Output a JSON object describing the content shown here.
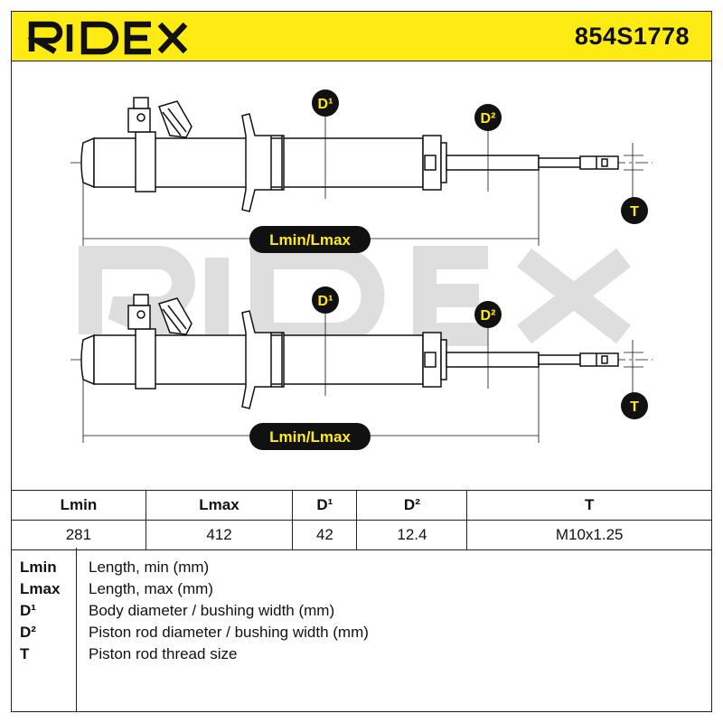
{
  "header": {
    "brand": "RIDEX",
    "part_number": "854S1778",
    "brand_color": "#ffeb14"
  },
  "drawing": {
    "watermark": "RIDEX",
    "labels": {
      "d1": "D¹",
      "d2": "D²",
      "t": "T",
      "length": "Lmin/Lmax"
    },
    "label_color": "#ffeb14"
  },
  "table": {
    "headers": [
      "Lmin",
      "Lmax",
      "D¹",
      "D²",
      "T"
    ],
    "values": [
      "281",
      "412",
      "42",
      "12.4",
      "M10x1.25"
    ]
  },
  "legend": [
    {
      "key": "Lmin",
      "desc": "Length, min (mm)"
    },
    {
      "key": "Lmax",
      "desc": "Length, max (mm)"
    },
    {
      "key": "D¹",
      "desc": "Body diameter / bushing width (mm)"
    },
    {
      "key": "D²",
      "desc": "Piston rod diameter / bushing width (mm)"
    },
    {
      "key": "T",
      "desc": "Piston rod thread size"
    }
  ]
}
